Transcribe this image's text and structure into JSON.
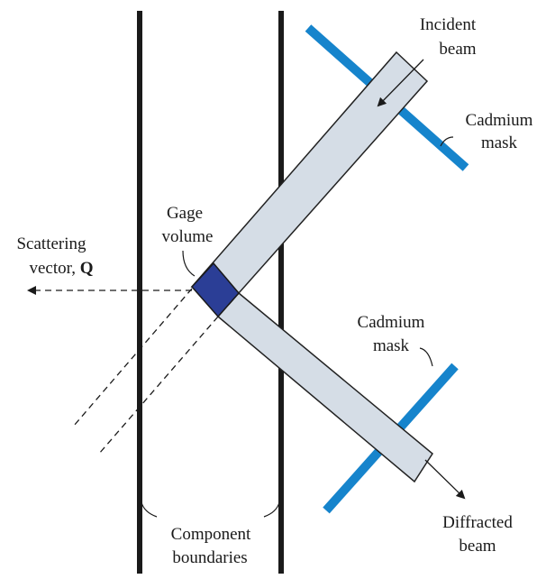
{
  "colors": {
    "boundary": "#1a1a1a",
    "beam_fill": "#d5dde6",
    "beam_stroke": "#222222",
    "gage_fill": "#2b3e96",
    "mask": "#1684cc",
    "dashed": "#1a1a1a"
  },
  "labels": {
    "incident_line1": "Incident",
    "incident_line2": "beam",
    "cadmium_top_line1": "Cadmium",
    "cadmium_top_line2": "mask",
    "gage_line1": "Gage",
    "gage_line2": "volume",
    "scattering_line1": "Scattering",
    "scattering_line2_prefix": "vector, ",
    "scattering_symbol": "Q",
    "cadmium_bottom_line1": "Cadmium",
    "cadmium_bottom_line2": "mask",
    "component_line1": "Component",
    "component_line2": "boundaries",
    "diffracted_line1": "Diffracted",
    "diffracted_line2": "beam"
  }
}
